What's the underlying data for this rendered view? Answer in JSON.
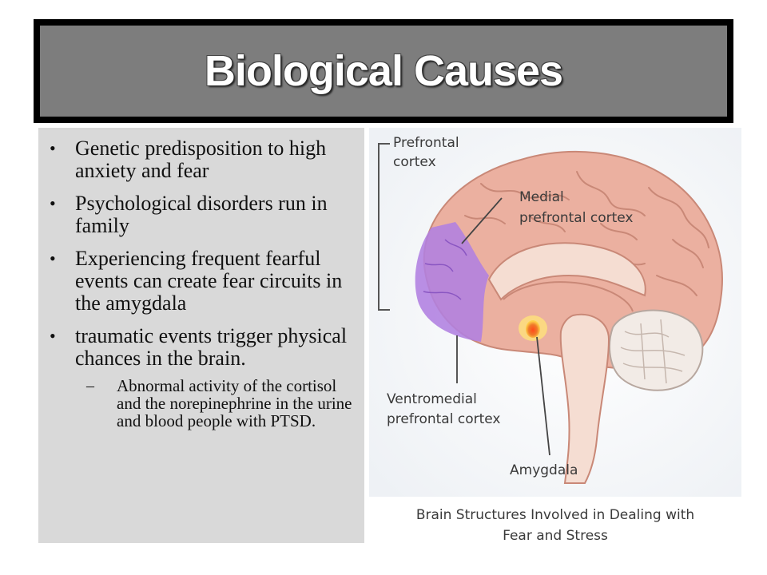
{
  "slide": {
    "title": "Biological Causes"
  },
  "bullets": [
    {
      "text": "Genetic predisposition to high anxiety and fear"
    },
    {
      "text": "Psychological disorders run in family"
    },
    {
      "text": "Experiencing frequent fearful events can create fear circuits in the amygdala"
    },
    {
      "text": "traumatic events trigger physical chances in the brain."
    }
  ],
  "subbullets": [
    {
      "text": "Abnormal activity of the cortisol and the norepinephrine in the urine and blood people with PTSD."
    }
  ],
  "diagram": {
    "labels": {
      "prefrontal_1": "Prefrontal",
      "prefrontal_2": "cortex",
      "medial_1": "Medial",
      "medial_2": "prefrontal cortex",
      "ventromedial_1": "Ventromedial",
      "ventromedial_2": "prefrontal cortex",
      "amygdala": "Amygdala"
    },
    "caption_line1": "Brain Structures Involved in Dealing with",
    "caption_line2": "Fear and Stress",
    "colors": {
      "brain": "#ebb0a0",
      "prefrontal_highlight": "#b07fe0",
      "amygdala": "#f07a2a",
      "cerebellum": "#f2ebe6"
    }
  }
}
